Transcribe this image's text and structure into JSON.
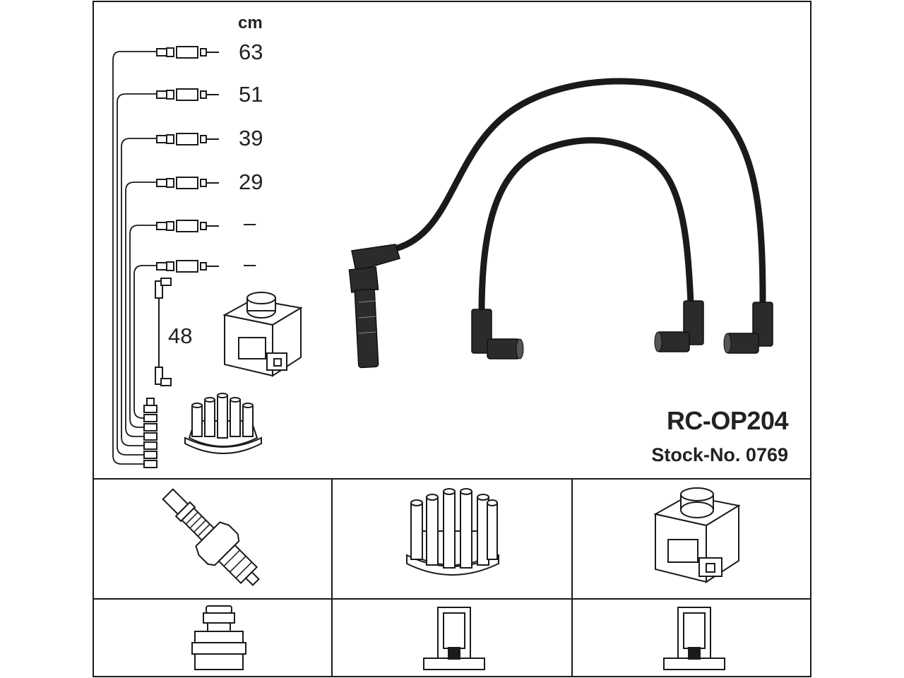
{
  "unit_label": "cm",
  "leads": [
    {
      "length": "63"
    },
    {
      "length": "51"
    },
    {
      "length": "39"
    },
    {
      "length": "29"
    },
    {
      "length": "–"
    },
    {
      "length": "–"
    }
  ],
  "coil_lead_length": "48",
  "product": {
    "code": "RC-OP204",
    "stock_number": "Stock-No. 0769"
  },
  "icons": [
    "spark-plug-icon",
    "distributor-cap-icon",
    "ignition-coil-icon",
    "plug-terminal-icon",
    "cap-terminal-icon",
    "coil-terminal-icon"
  ]
}
